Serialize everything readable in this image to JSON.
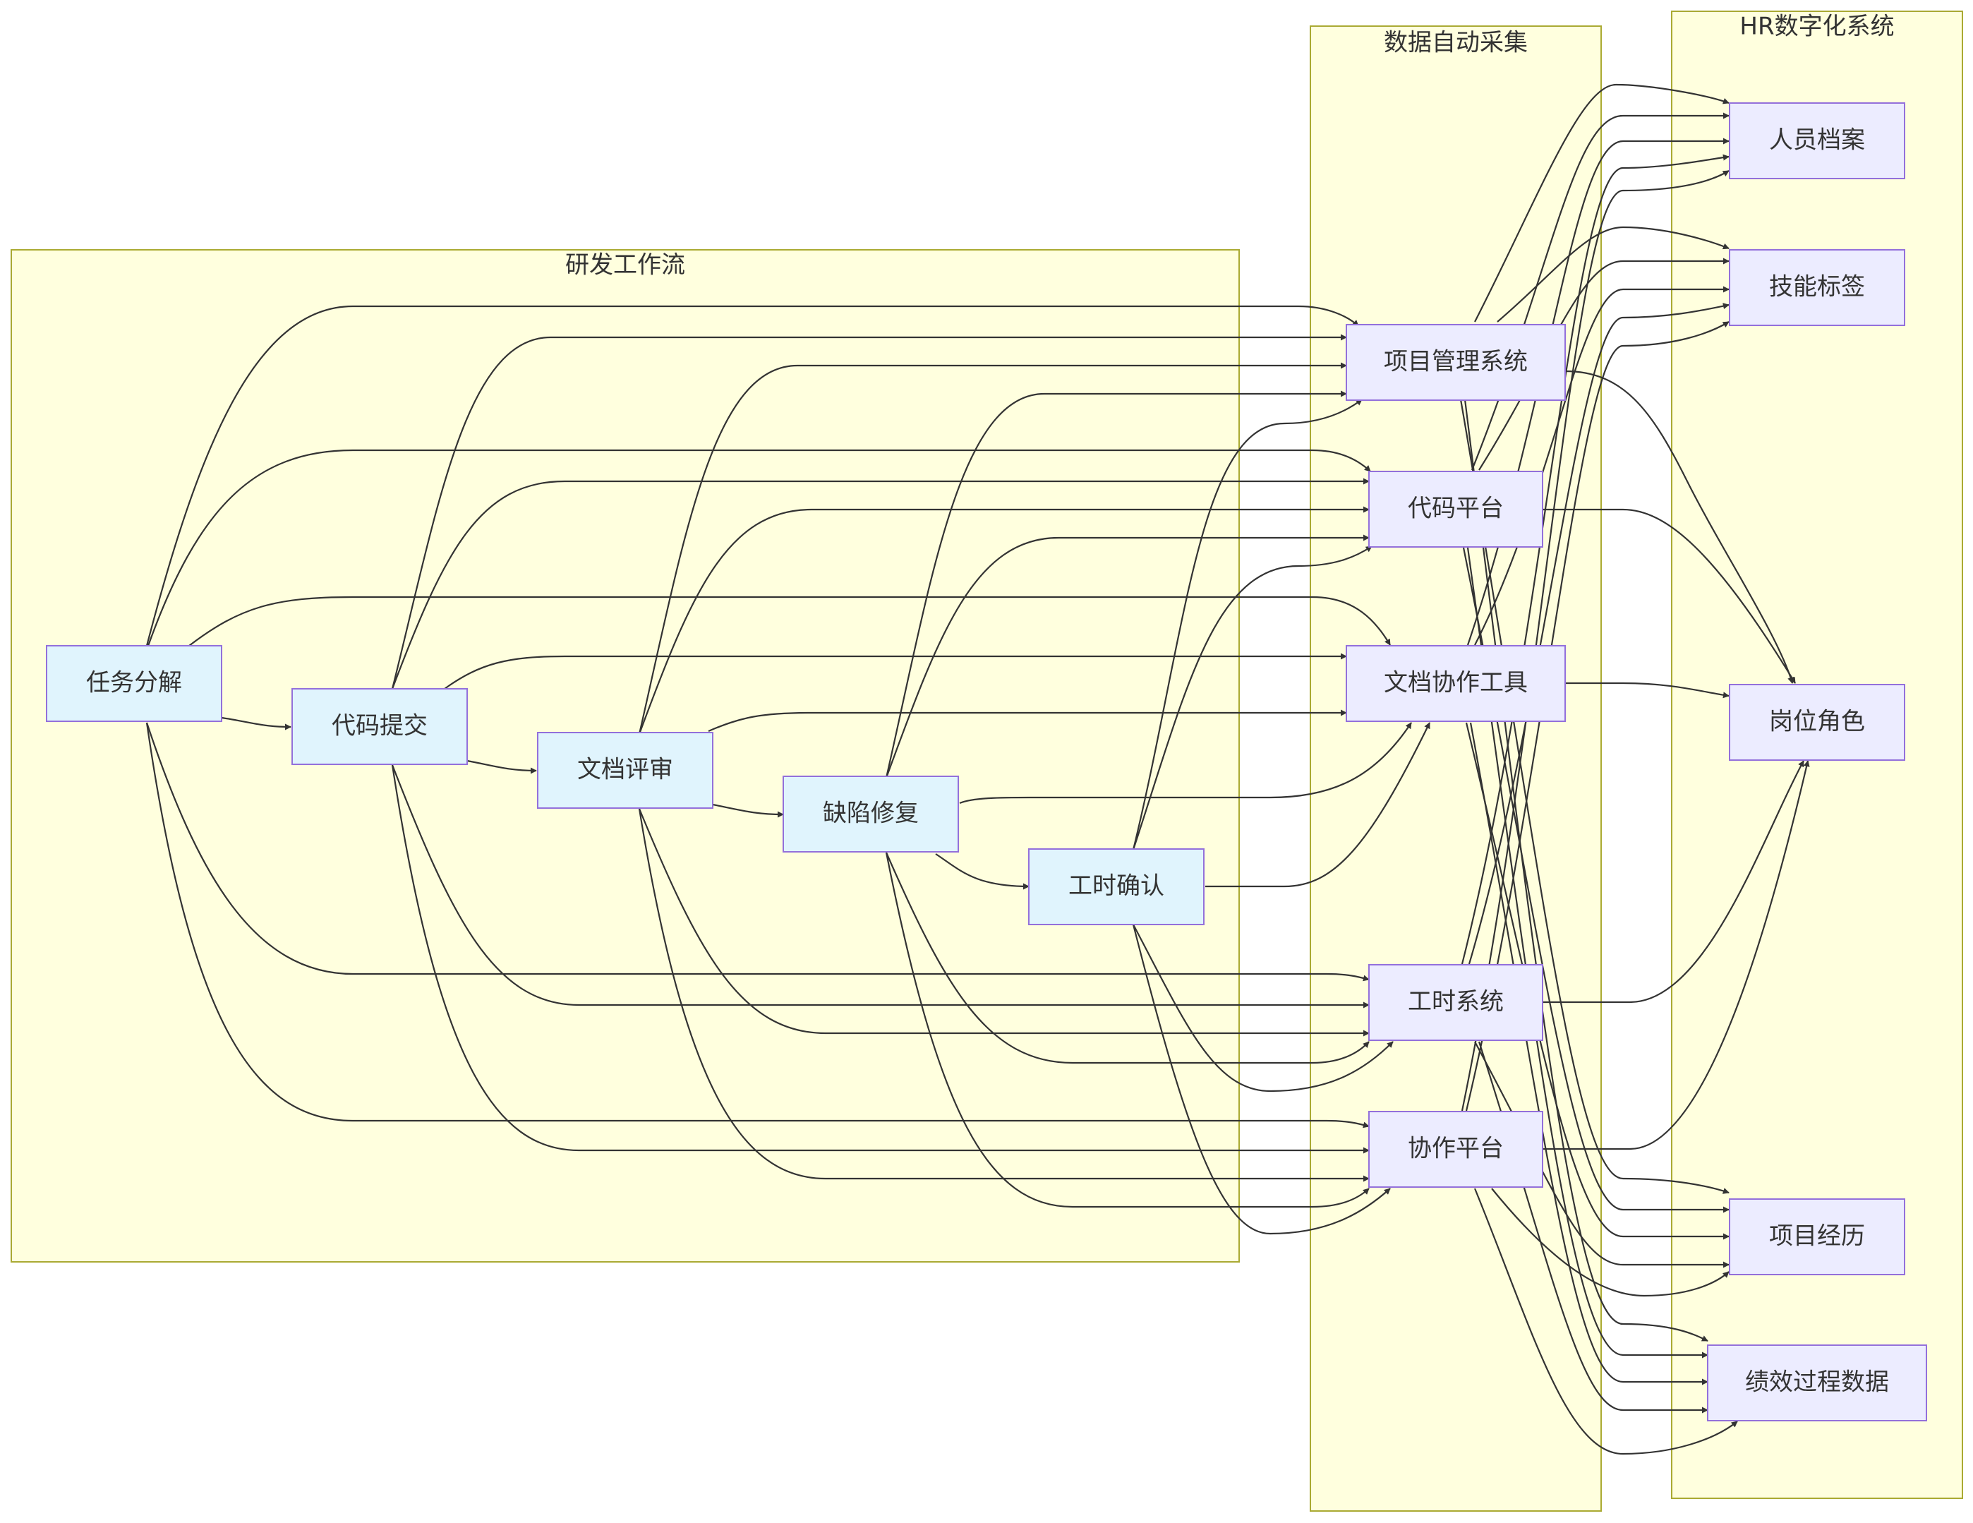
{
  "clusters": {
    "workflow": {
      "title": "研发工作流"
    },
    "collect": {
      "title": "数据自动采集"
    },
    "hr": {
      "title": "HR数字化系统"
    }
  },
  "nodes": {
    "task": "任务分解",
    "commit": "代码提交",
    "review": "文档评审",
    "bugfix": "缺陷修复",
    "hours": "工时确认",
    "pms": "项目管理系统",
    "code": "代码平台",
    "doc": "文档协作工具",
    "timesys": "工时系统",
    "collab": "协作平台",
    "profile": "人员档案",
    "skill": "技能标签",
    "role": "岗位角色",
    "exp": "项目经历",
    "perf": "绩效过程数据"
  },
  "colors": {
    "cluster_fill": "#ffffde",
    "cluster_stroke": "#aaaa33",
    "workflow_node_fill": "#e0f4fd",
    "system_node_fill": "#ececff",
    "node_stroke": "#9370db",
    "edge": "#333333"
  }
}
